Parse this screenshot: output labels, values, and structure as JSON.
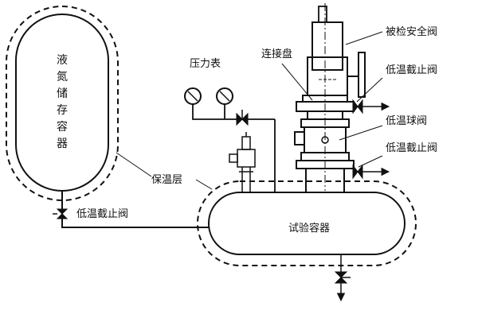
{
  "colors": {
    "line": "#111111",
    "background": "#ffffff"
  },
  "labels": {
    "tank_chars": [
      "液",
      "氮",
      "储",
      "存",
      "容",
      "器"
    ],
    "test_vessel": "试验容器",
    "insulation": "保温层",
    "gauges": "压力表",
    "connection_plate": "连接盘",
    "safety_valve": "被检安全阀",
    "cutoff_valve_top": "低温截止阀",
    "ball_valve": "低温球阀",
    "cutoff_valve_mid": "低温截止阀",
    "cutoff_valve_tank": "低温截止阀"
  }
}
